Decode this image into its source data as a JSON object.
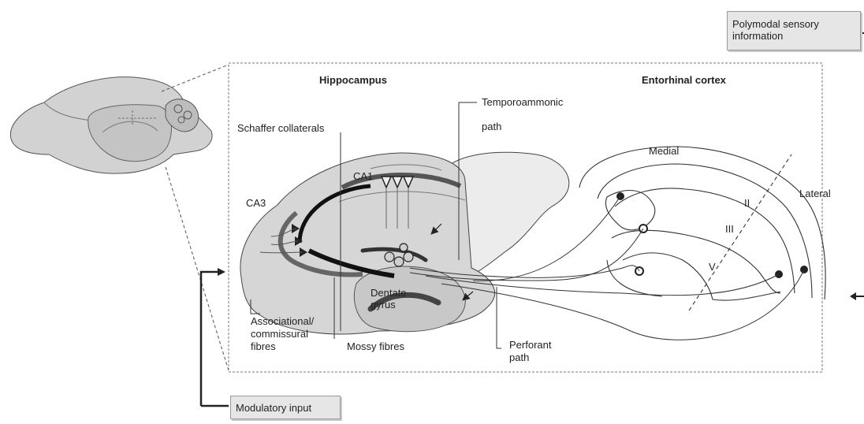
{
  "labels": {
    "polymodal": "Polymodal sensory information",
    "modulatory": "Modulatory input",
    "hippocampus": "Hippocampus",
    "entorhinal": "Entorhinal cortex",
    "temporoammonic_1": "Temporoammonic",
    "temporoammonic_2": "path",
    "schaffer": "Schaffer collaterals",
    "ca1": "CA1",
    "ca3": "CA3",
    "medial": "Medial",
    "lateral": "Lateral",
    "layer_ii": "II",
    "layer_iii": "III",
    "layer_v": "V",
    "dentate": "Dentate gyrus",
    "associational": "Associational/ commissural fibres",
    "mossy": "Mossy fibres",
    "perforant": "Perforant path"
  },
  "colors": {
    "tissue_fill": "#d9d9d9",
    "tissue_fill_light": "#e9e9e9",
    "line": "#3a3a3a",
    "fibre_dark": "#222222",
    "box_fill": "#e6e6e6"
  }
}
